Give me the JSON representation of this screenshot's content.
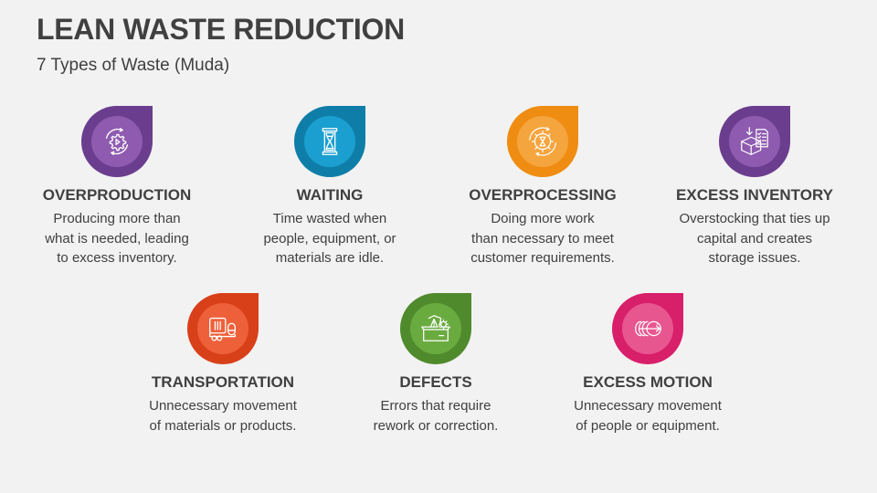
{
  "header": {
    "title": "LEAN WASTE REDUCTION",
    "subtitle": "7 Types of Waste (Muda)"
  },
  "wastes": [
    {
      "title": "OVERPRODUCTION",
      "icon": "gear-cycle-play-icon",
      "outer_color": "#6b3d8e",
      "inner_color": "#8e5bb0",
      "desc_lines": [
        "Producing more than",
        "what is needed, leading",
        "to excess inventory."
      ]
    },
    {
      "title": "WAITING",
      "icon": "hourglass-icon",
      "outer_color": "#0e7ea8",
      "inner_color": "#1a9fd0",
      "desc_lines": [
        "Time wasted when",
        "people, equipment, or",
        "materials are idle."
      ]
    },
    {
      "title": "OVERPROCESSING",
      "icon": "gear-hourglass-cycle-icon",
      "outer_color": "#ef8c12",
      "inner_color": "#f5a53e",
      "desc_lines": [
        "Doing more work",
        "than necessary to meet",
        "customer requirements."
      ]
    },
    {
      "title": "EXCESS INVENTORY",
      "icon": "box-checklist-icon",
      "outer_color": "#6b3d8e",
      "inner_color": "#8e5bb0",
      "desc_lines": [
        "Overstocking that ties up",
        "capital and creates",
        "storage issues."
      ]
    },
    {
      "title": "TRANSPORTATION",
      "icon": "truck-icon",
      "outer_color": "#d8401a",
      "inner_color": "#ee603a",
      "desc_lines": [
        "Unnecessary movement",
        "of materials or products."
      ]
    },
    {
      "title": "DEFECTS",
      "icon": "defective-box-icon",
      "outer_color": "#4f8a2c",
      "inner_color": "#6aab40",
      "desc_lines": [
        "Errors that require",
        "rework or correction."
      ]
    },
    {
      "title": "EXCESS MOTION",
      "icon": "motion-arrow-icon",
      "outer_color": "#d81f6a",
      "inner_color": "#e85690",
      "desc_lines": [
        "Unnecessary movement",
        "of people or equipment."
      ]
    }
  ]
}
